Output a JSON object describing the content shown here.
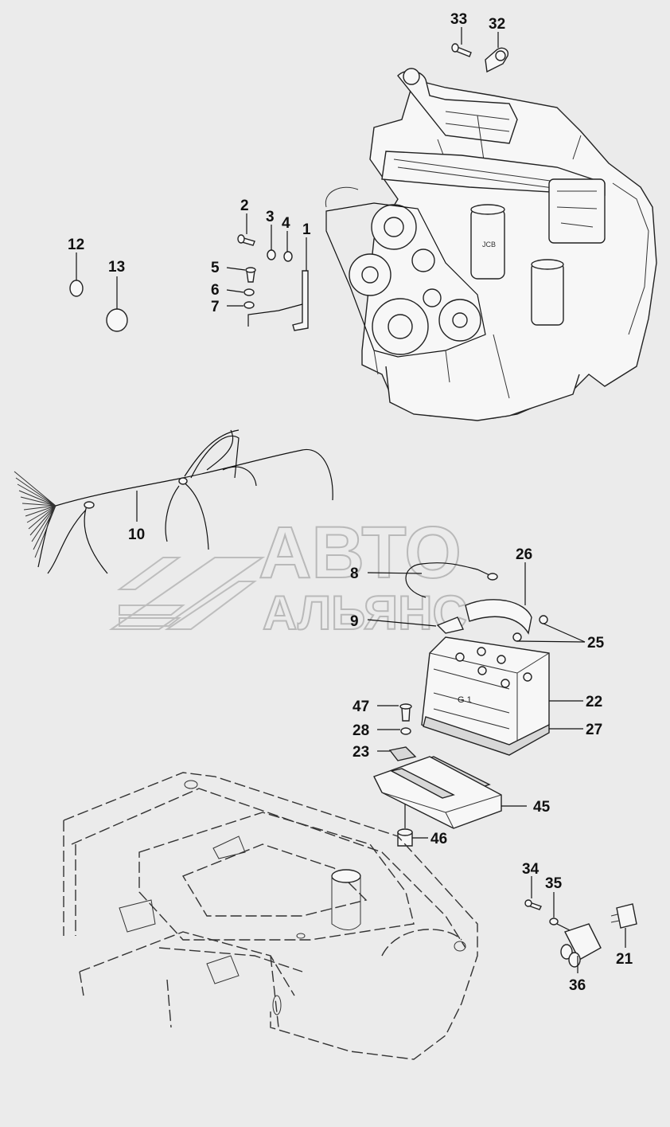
{
  "watermark": {
    "line1": "АВТО",
    "line2": "АЛЬЯНС"
  },
  "battery_marking": "G 1",
  "callouts": [
    {
      "id": "c33",
      "text": "33"
    },
    {
      "id": "c32",
      "text": "32"
    },
    {
      "id": "c2",
      "text": "2"
    },
    {
      "id": "c3",
      "text": "3"
    },
    {
      "id": "c4",
      "text": "4"
    },
    {
      "id": "c1",
      "text": "1"
    },
    {
      "id": "c12",
      "text": "12"
    },
    {
      "id": "c13",
      "text": "13"
    },
    {
      "id": "c5",
      "text": "5"
    },
    {
      "id": "c6",
      "text": "6"
    },
    {
      "id": "c7",
      "text": "7"
    },
    {
      "id": "c10",
      "text": "10"
    },
    {
      "id": "c26",
      "text": "26"
    },
    {
      "id": "c8",
      "text": "8"
    },
    {
      "id": "c9",
      "text": "9"
    },
    {
      "id": "c25",
      "text": "25"
    },
    {
      "id": "c22",
      "text": "22"
    },
    {
      "id": "c47",
      "text": "47"
    },
    {
      "id": "c28",
      "text": "28"
    },
    {
      "id": "c27",
      "text": "27"
    },
    {
      "id": "c23",
      "text": "23"
    },
    {
      "id": "c45",
      "text": "45"
    },
    {
      "id": "c46",
      "text": "46"
    },
    {
      "id": "c34",
      "text": "34"
    },
    {
      "id": "c35",
      "text": "35"
    },
    {
      "id": "c21",
      "text": "21"
    },
    {
      "id": "c36",
      "text": "36"
    }
  ]
}
